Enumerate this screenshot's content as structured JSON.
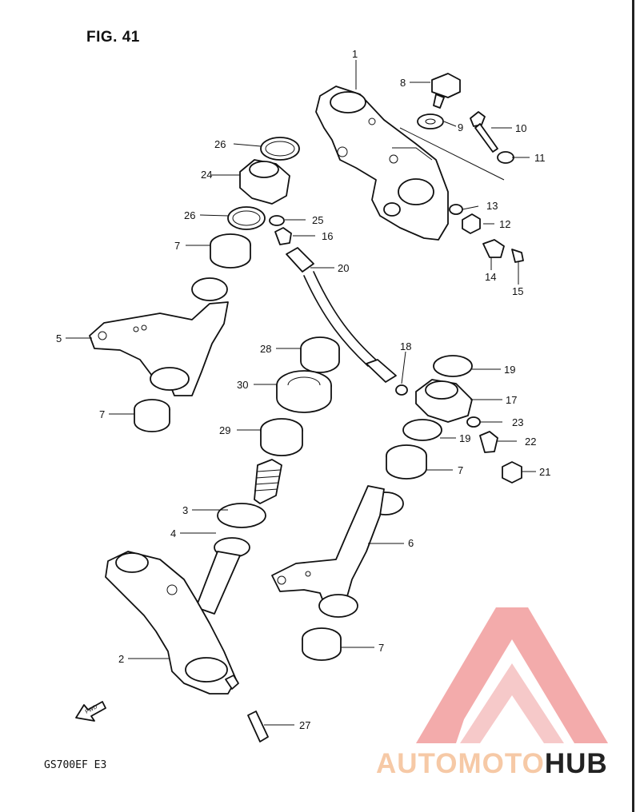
{
  "figure": {
    "title": "FIG. 41",
    "model_code": "GS700EF  E3",
    "fwd_arrow_label": "FWD"
  },
  "callouts": [
    "1",
    "2",
    "3",
    "4",
    "5",
    "6",
    "7",
    "7",
    "7",
    "7",
    "8",
    "9",
    "10",
    "11",
    "12",
    "13",
    "14",
    "15",
    "16",
    "17",
    "18",
    "19",
    "19",
    "20",
    "21",
    "22",
    "23",
    "24",
    "25",
    "26",
    "26",
    "27",
    "28",
    "29",
    "30"
  ],
  "watermark": {
    "text_part1": "AUTOMOTO",
    "text_part2": "HUB",
    "colors": {
      "primary": "#f08a8a",
      "secondary": "#f6c9a6",
      "dark": "#222222"
    }
  },
  "icons": [
    "fwd-arrow-icon",
    "automotohub-logo-icon"
  ]
}
